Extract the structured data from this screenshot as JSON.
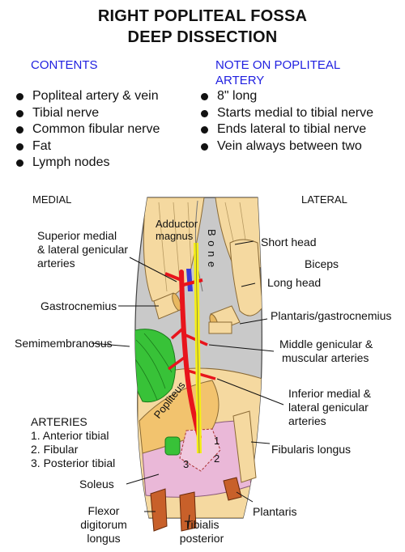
{
  "title_line1": "RIGHT POPLITEAL FOSSA",
  "title_line2": "DEEP DISSECTION",
  "contents": {
    "heading": "CONTENTS",
    "items": [
      "Popliteal artery & vein",
      "Tibial nerve",
      "Common fibular nerve",
      "Fat",
      "Lymph nodes"
    ]
  },
  "note": {
    "heading_line1": "NOTE ON POPLITEAL",
    "heading_line2": "ARTERY",
    "items": [
      "8\" long",
      "Starts medial to tibial nerve",
      "Ends lateral to tibial nerve",
      "Vein always between two"
    ]
  },
  "labels": {
    "medial": "MEDIAL",
    "lateral": "LATERAL",
    "adductor_1": "Adductor",
    "adductor_2": "magnus",
    "bone": "B o n e",
    "sup_genic_1": "Superior medial",
    "sup_genic_2": "& lateral genicular",
    "sup_genic_3": "arteries",
    "short_head": "Short head",
    "biceps": "Biceps",
    "long_head": "Long head",
    "gastrocnemius": "Gastrocnemius",
    "plantaris_gastro": "Plantaris/gastrocnemius",
    "semimembranosus": "Semimembranosus",
    "mid_genic_1": "Middle genicular &",
    "mid_genic_2": "muscular arteries",
    "inf_genic_1": "Inferior medial &",
    "inf_genic_2": "lateral genicular",
    "inf_genic_3": "arteries",
    "popliteus": "Popliteus",
    "arteries_heading": "ARTERIES",
    "art_1": "1. Anterior tibial",
    "art_2": "2. Fibular",
    "art_3": "3. Posterior tibial",
    "num_1": "1",
    "num_2": "2",
    "num_3": "3",
    "fibularis": "Fibularis longus",
    "soleus": "Soleus",
    "plantaris": "Plantaris",
    "fdl_1": "Flexor",
    "fdl_2": "digitorum",
    "fdl_3": "longus",
    "tp_1": "Tibialis",
    "tp_2": "posterior"
  },
  "colors": {
    "heading_blue": "#1f1fe0",
    "muscle_tan": "#f5d9a0",
    "muscle_stroke": "#8a6a35",
    "fossa_gray": "#c9c9c9",
    "artery_red": "#e8141c",
    "vein_blue": "#3a3ad8",
    "nerve_yellow": "#f4ee16",
    "semimembranosus_green": "#38c238",
    "popliteus_tan": "#f2c36e",
    "soleus_pink": "#eab8d8",
    "deep_muscle_brown": "#c8602a"
  }
}
